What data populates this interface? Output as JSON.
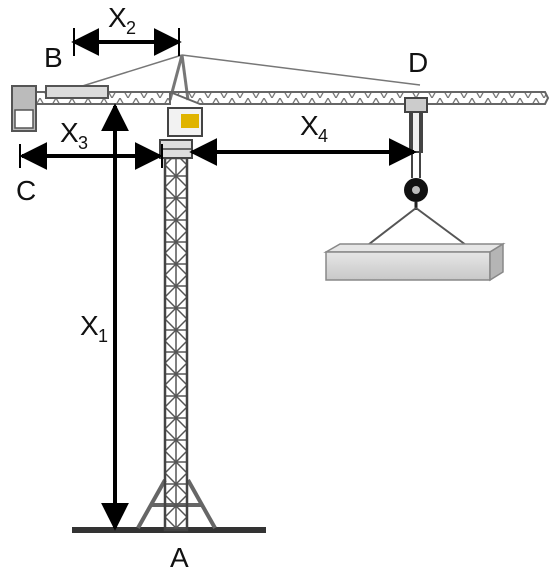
{
  "points": {
    "a": "A",
    "b": "B",
    "c": "C",
    "d": "D"
  },
  "dimensions": {
    "x1": {
      "main": "X",
      "sub": "1"
    },
    "x2": {
      "main": "X",
      "sub": "2"
    },
    "x3": {
      "main": "X",
      "sub": "3"
    },
    "x4": {
      "main": "X",
      "sub": "4"
    }
  },
  "colors": {
    "steel": "#8a8a8a",
    "steel_dark": "#555555",
    "arrow": "#000000",
    "cabin": "#e0b400",
    "load": "#cfcfcf"
  }
}
